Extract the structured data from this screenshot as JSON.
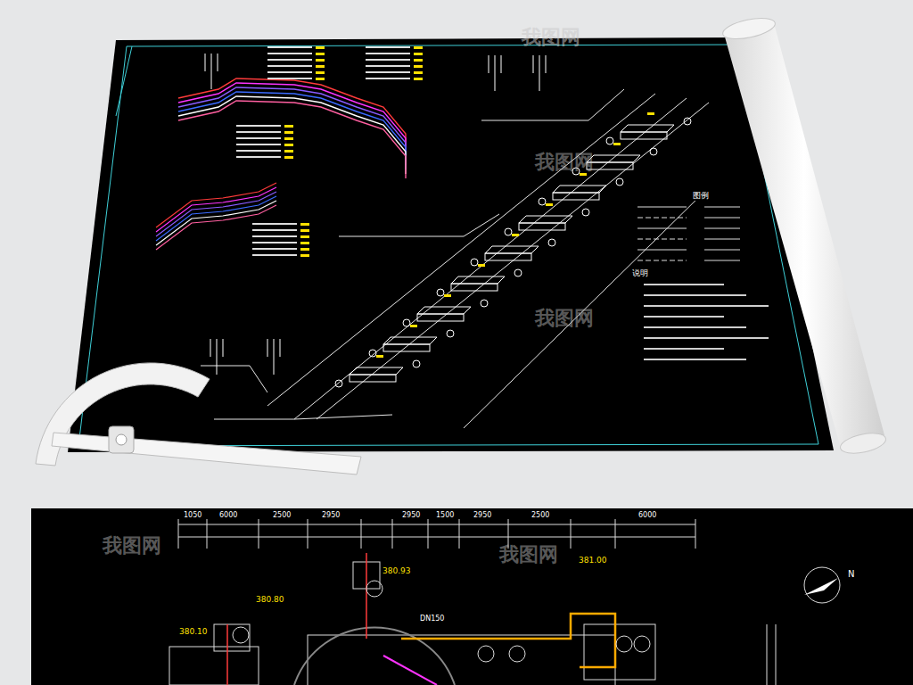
{
  "diagram": {
    "labels": [
      "我图网",
      "我图网",
      "我图网",
      "我图网",
      "我图网",
      "说明",
      "图例",
      "1050",
      "6000",
      "2500",
      "2950",
      "2950",
      "1500",
      "2950",
      "2500",
      "6000",
      "380.93",
      "381.00",
      "380.80",
      "380.10",
      "N",
      "DN150"
    ]
  }
}
